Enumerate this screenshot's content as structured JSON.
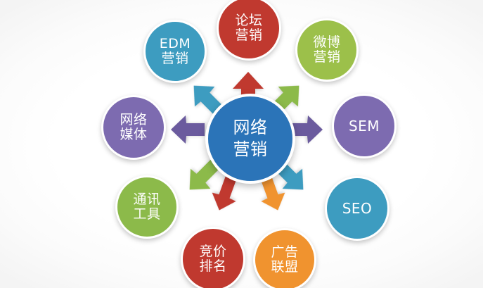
{
  "diagram": {
    "title": "网络营销",
    "background_color": "#ffffff"
  },
  "center": {
    "id": "center-hub",
    "lines": [
      "网络",
      "营销"
    ],
    "color": "#2b74b8"
  },
  "nodes": [
    {
      "id": "forum",
      "lines": [
        "论坛",
        "营销"
      ],
      "color": "#c0392f",
      "position": "top"
    },
    {
      "id": "weibo",
      "lines": [
        "微博",
        "营销"
      ],
      "color": "#9cc council",
      "position": "top-right"
    },
    {
      "id": "sem",
      "lines": [
        "SEM"
      ],
      "color": "#7d6bb0",
      "position": "right"
    },
    {
      "id": "seo",
      "lines": [
        "SEO"
      ],
      "color": "#3d9cc0",
      "position": "bottom-right"
    },
    {
      "id": "adnet",
      "lines": [
        "广告",
        "联盟"
      ],
      "color": "#f0932f",
      "position": "bottom-right-inner"
    },
    {
      "id": "bidding",
      "lines": [
        "竞价",
        "排名"
      ],
      "color": "#c0392f",
      "position": "bottom-left-inner"
    },
    {
      "id": "im",
      "lines": [
        "通讯",
        "工具"
      ],
      "color": "#8cba4a",
      "position": "bottom-left"
    },
    {
      "id": "media",
      "lines": [
        "网络",
        "媒体"
      ],
      "color": "#7d6bb0",
      "position": "left"
    },
    {
      "id": "edm",
      "lines": [
        "EDM",
        "营销"
      ],
      "color": "#3d9cc0",
      "position": "top-left"
    }
  ],
  "node_colors": {
    "forum": "#c0392f",
    "weibo": "#9cc04a",
    "sem": "#7d6bb0",
    "seo": "#3d9cc0",
    "adnet": "#f0932f",
    "bidding": "#c0392f",
    "im": "#8cba4a",
    "media": "#7d6bb0",
    "edm": "#3d9cc0",
    "center": "#2b74b8"
  },
  "arrows": [
    {
      "id": "up",
      "color": "#c0392f",
      "points_to": "forum"
    },
    {
      "id": "up-left",
      "color": "#3d9cc0",
      "points_to": "edm"
    },
    {
      "id": "up-right",
      "color": "#8cba4a",
      "points_to": "weibo"
    },
    {
      "id": "left",
      "color": "#6b5b9e",
      "points_to": "media"
    },
    {
      "id": "right",
      "color": "#6b5b9e",
      "points_to": "sem"
    },
    {
      "id": "down-left",
      "color": "#8cba4a",
      "points_to": "im"
    },
    {
      "id": "down-right",
      "color": "#3d9cc0",
      "points_to": "seo"
    },
    {
      "id": "down-bidding",
      "color": "#c0392f",
      "points_to": "bidding"
    },
    {
      "id": "down-adnet",
      "color": "#f0932f",
      "points_to": "adnet"
    }
  ]
}
